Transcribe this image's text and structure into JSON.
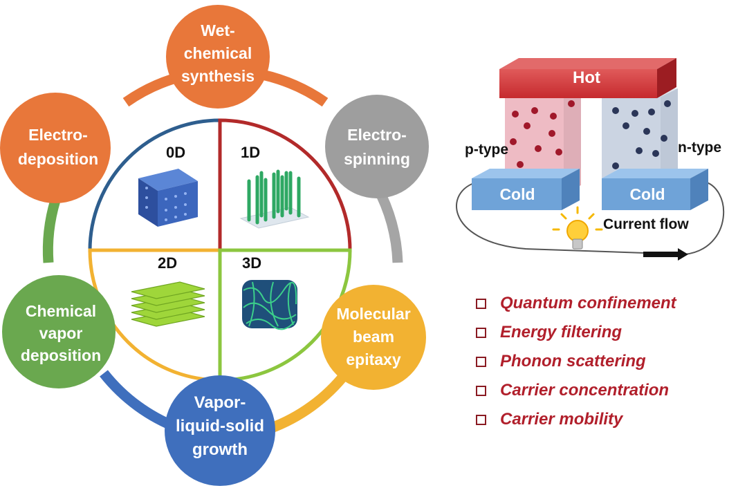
{
  "diagram": {
    "methods": [
      {
        "lines": [
          "Wet-",
          "chemical",
          "synthesis"
        ],
        "color": "#e8773a"
      },
      {
        "lines": [
          "Electro-",
          "spinning"
        ],
        "color": "#9e9e9e"
      },
      {
        "lines": [
          "Molecular",
          "beam",
          "epitaxy"
        ],
        "color": "#f2b232"
      },
      {
        "lines": [
          "Vapor-",
          "liquid-solid",
          "growth"
        ],
        "color": "#3f6fbd"
      },
      {
        "lines": [
          "Chemical",
          "vapor",
          "deposition"
        ],
        "color": "#6aa84f"
      },
      {
        "lines": [
          "Electro-",
          "deposition"
        ],
        "color": "#e8773a"
      }
    ],
    "dimensions": [
      {
        "label": "0D",
        "color": "#2e5e8e"
      },
      {
        "label": "1D",
        "color": "#b22a2a"
      },
      {
        "label": "2D",
        "color": "#f2b232"
      },
      {
        "label": "3D",
        "color": "#8cc63f"
      }
    ]
  },
  "thermoelectric": {
    "hot_label": "Hot",
    "cold_left": "Cold",
    "cold_right": "Cold",
    "p_label": "p-type",
    "n_label": "n-type",
    "current_label": "Current flow",
    "hot_color": "#c8272c",
    "cold_color": "#6fa3d8",
    "p_color": "#e8a4b0",
    "n_color": "#b9c6d8"
  },
  "factors": [
    "Quantum confinement",
    "Energy filtering",
    "Phonon scattering",
    "Carrier concentration",
    "Carrier mobility"
  ]
}
